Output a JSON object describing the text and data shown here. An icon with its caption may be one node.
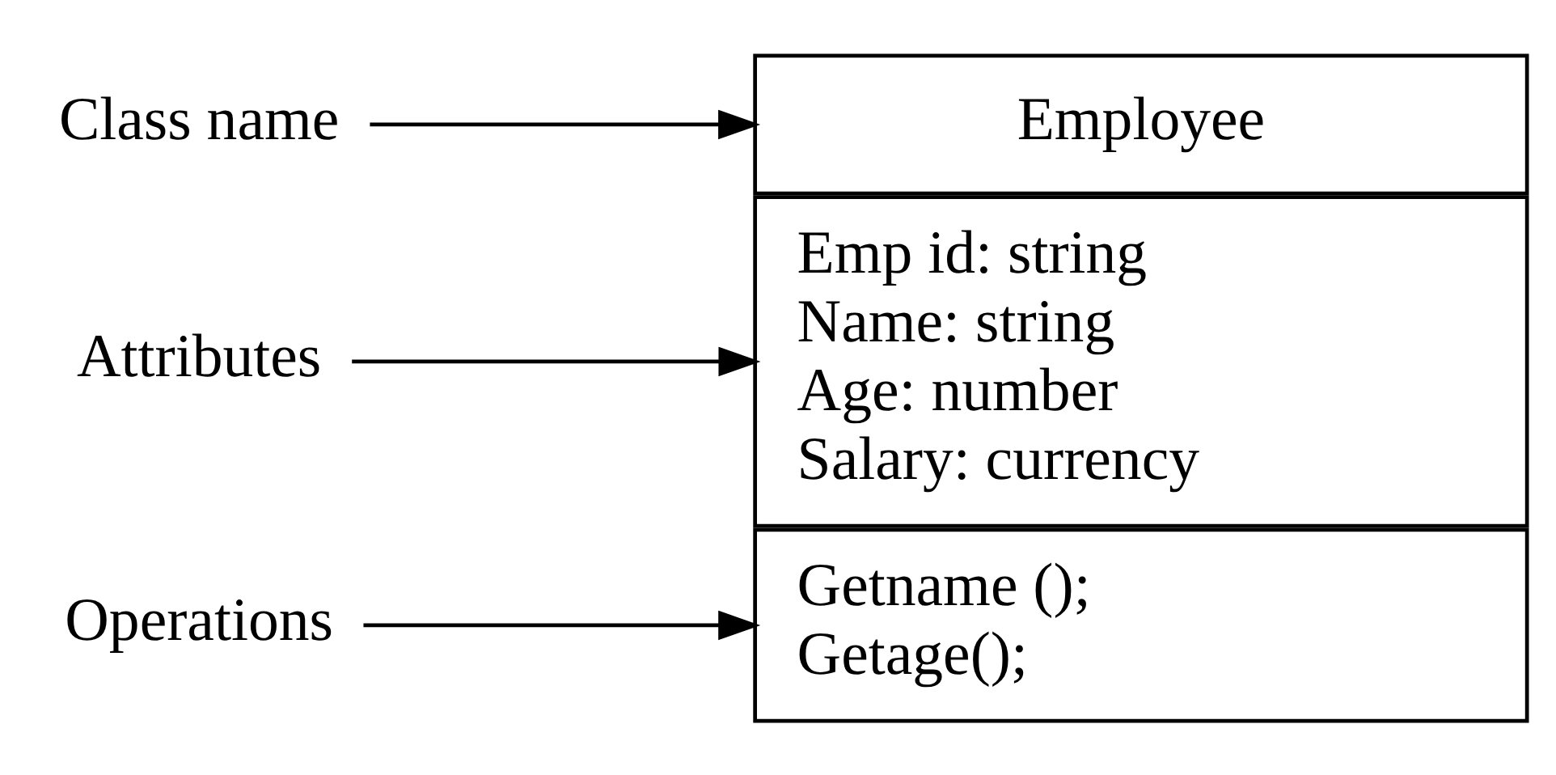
{
  "diagram": {
    "nodes": [
      {
        "text": [
          "Class name"
        ]
      },
      {
        "text": [
          "Attributes"
        ]
      },
      {
        "text": [
          "Operations"
        ]
      },
      {
        "text": [
          "Employee"
        ]
      },
      {
        "text": [
          "Emp id: string",
          "Name: string",
          "Age: number",
          "Salary: currency"
        ]
      },
      {
        "text": [
          "Getname ();",
          "Getage();"
        ]
      }
    ],
    "edges": [
      {
        "from": 0,
        "to": 3,
        "arrow": "to"
      },
      {
        "from": 1,
        "to": 4,
        "arrow": "to"
      },
      {
        "from": 2,
        "to": 5,
        "arrow": "to"
      }
    ]
  }
}
